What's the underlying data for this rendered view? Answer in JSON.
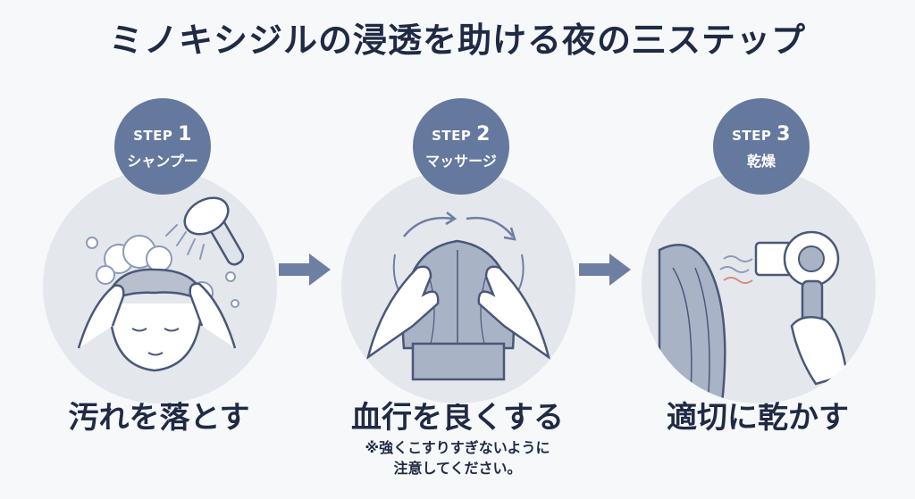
{
  "title": "ミノキシジルの浸透を助ける夜の三ステップ",
  "colors": {
    "badge": "#65789e",
    "circle": "#e4e7ec",
    "arrow": "#6d7fa3",
    "text": "#1f2a44",
    "accent_heat": "#d88a7a"
  },
  "steps": [
    {
      "step_word": "STEP",
      "number": "1",
      "name": "シャンプー",
      "caption": "汚れを落とす",
      "illustration": "shampoo-shower-illustration"
    },
    {
      "step_word": "STEP",
      "number": "2",
      "name": "マッサージ",
      "caption": "血行を良くする",
      "note_line1": "※強くこすりすぎないように",
      "note_line2": "注意してください。",
      "illustration": "scalp-massage-illustration"
    },
    {
      "step_word": "STEP",
      "number": "3",
      "name": "乾燥",
      "caption": "適切に乾かす",
      "illustration": "hair-dryer-illustration"
    }
  ],
  "arrows": [
    "right-arrow-icon",
    "right-arrow-icon"
  ]
}
